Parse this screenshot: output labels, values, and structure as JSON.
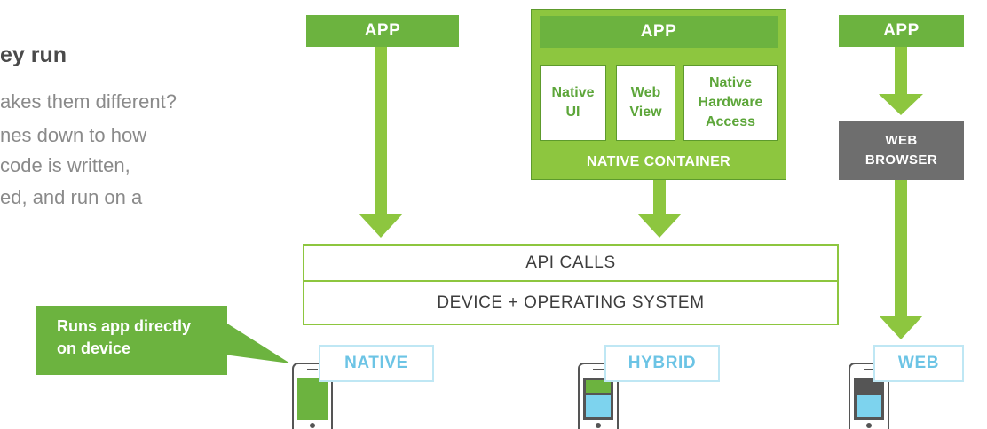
{
  "intro": {
    "heading": "ey run",
    "lines": [
      "akes them different?",
      "nes down to how",
      "code is written,",
      "ed, and run on a"
    ]
  },
  "diagram": {
    "native_app_label": "APP",
    "hybrid_app_label": "APP",
    "web_app_label": "APP",
    "hybrid_boxes": [
      "Native\nUI",
      "Web\nView",
      "Native\nHardware\nAccess"
    ],
    "native_container_label": "NATIVE CONTAINER",
    "web_browser_label": "WEB\nBROWSER",
    "api_calls": "API CALLS",
    "device_os": "DEVICE + OPERATING SYSTEM",
    "callout": "Runs app directly\non device",
    "types": [
      "NATIVE",
      "HYBRID",
      "WEB"
    ]
  },
  "colors": {
    "green": "#6cb33f",
    "light_green": "#8dc63f",
    "dark_green_border": "#5d9a2c",
    "gray": "#6e6e6e",
    "light_blue": "#bfe7f4",
    "label_blue": "#6cc4e5",
    "screen_blue": "#7dd3ee",
    "text_dark": "#3d3d3d",
    "text_gray": "#8a8a8a"
  },
  "icons": [
    "arrow-down-icon",
    "phone-icon"
  ]
}
